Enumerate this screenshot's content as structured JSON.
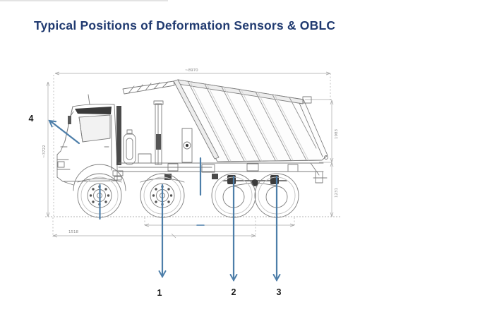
{
  "page": {
    "title": "Typical Positions of Deformation Sensors  & OBLC"
  },
  "colors": {
    "title_navy": "#203a70",
    "sensor_arrow_blue": "#4d7ea9",
    "drawing_gray": "#7a7a7a"
  },
  "sensor_labels": {
    "pos1": "1",
    "pos2": "2",
    "pos3": "3",
    "pos4": "4"
  },
  "dimensions": {
    "overall_length": "~8970",
    "overall_height": "~3722",
    "body_height": "1983",
    "chassis_height": "1231",
    "front_overhang": "1518"
  }
}
